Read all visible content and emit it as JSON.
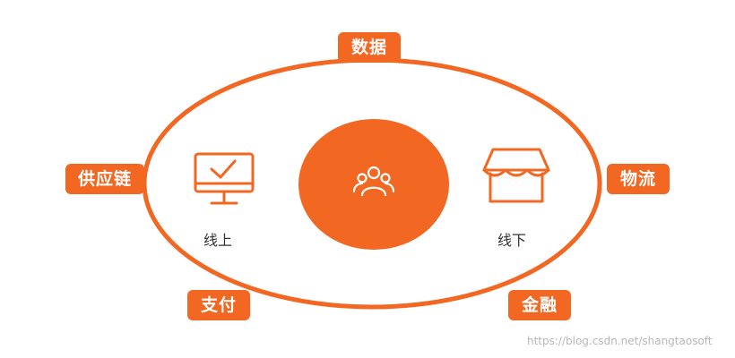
{
  "colors": {
    "accent": "#f26722",
    "text": "#333333",
    "background": "#ffffff",
    "watermark": "#b8b8b8"
  },
  "tags": {
    "data": "数据",
    "supply_chain": "供应链",
    "logistics": "物流",
    "payment": "支付",
    "finance": "金融"
  },
  "channels": {
    "online": "线上",
    "offline": "线下"
  },
  "icons": {
    "online": "monitor-check-icon",
    "center": "users-group-icon",
    "offline": "storefront-icon"
  },
  "watermark": "https://blog.csdn.net/shangtaosoft"
}
